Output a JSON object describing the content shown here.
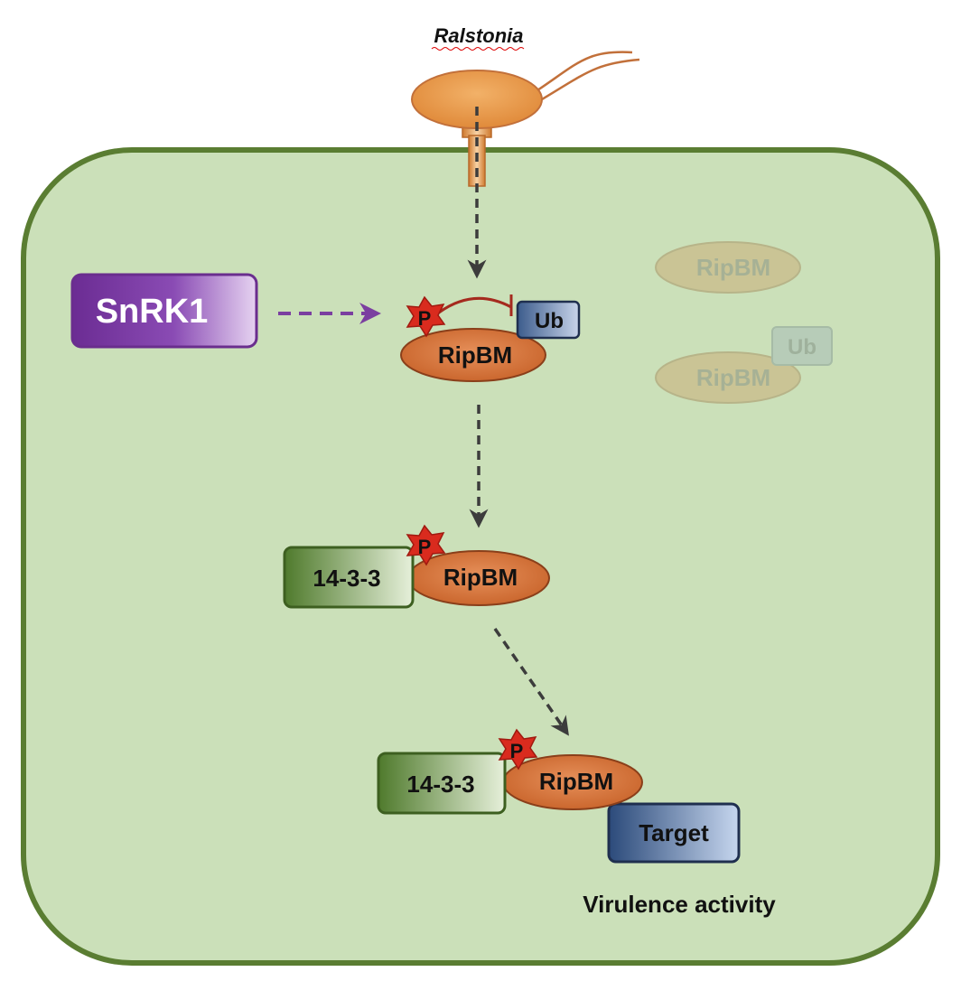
{
  "title": "Ralstonia",
  "kinase": {
    "label": "SnRK1"
  },
  "modifications": {
    "phospho": "P",
    "ubiquitin": "Ub"
  },
  "effector": {
    "label": "RipBM"
  },
  "adaptor": {
    "label": "14-3-3"
  },
  "target": {
    "label": "Target"
  },
  "outcome": {
    "label": "Virulence activity"
  },
  "colors": {
    "cell_fill": "#cbe0b9",
    "cell_border": "#5a7d32",
    "bacterium": "#e39a48",
    "effector": "#d2723a",
    "phospho_star": "#d92b1e",
    "kinase": "#7b3fa0",
    "adaptor": "#6c9447",
    "target": "#3a5a8c",
    "arrow": "#3c3c3c"
  }
}
